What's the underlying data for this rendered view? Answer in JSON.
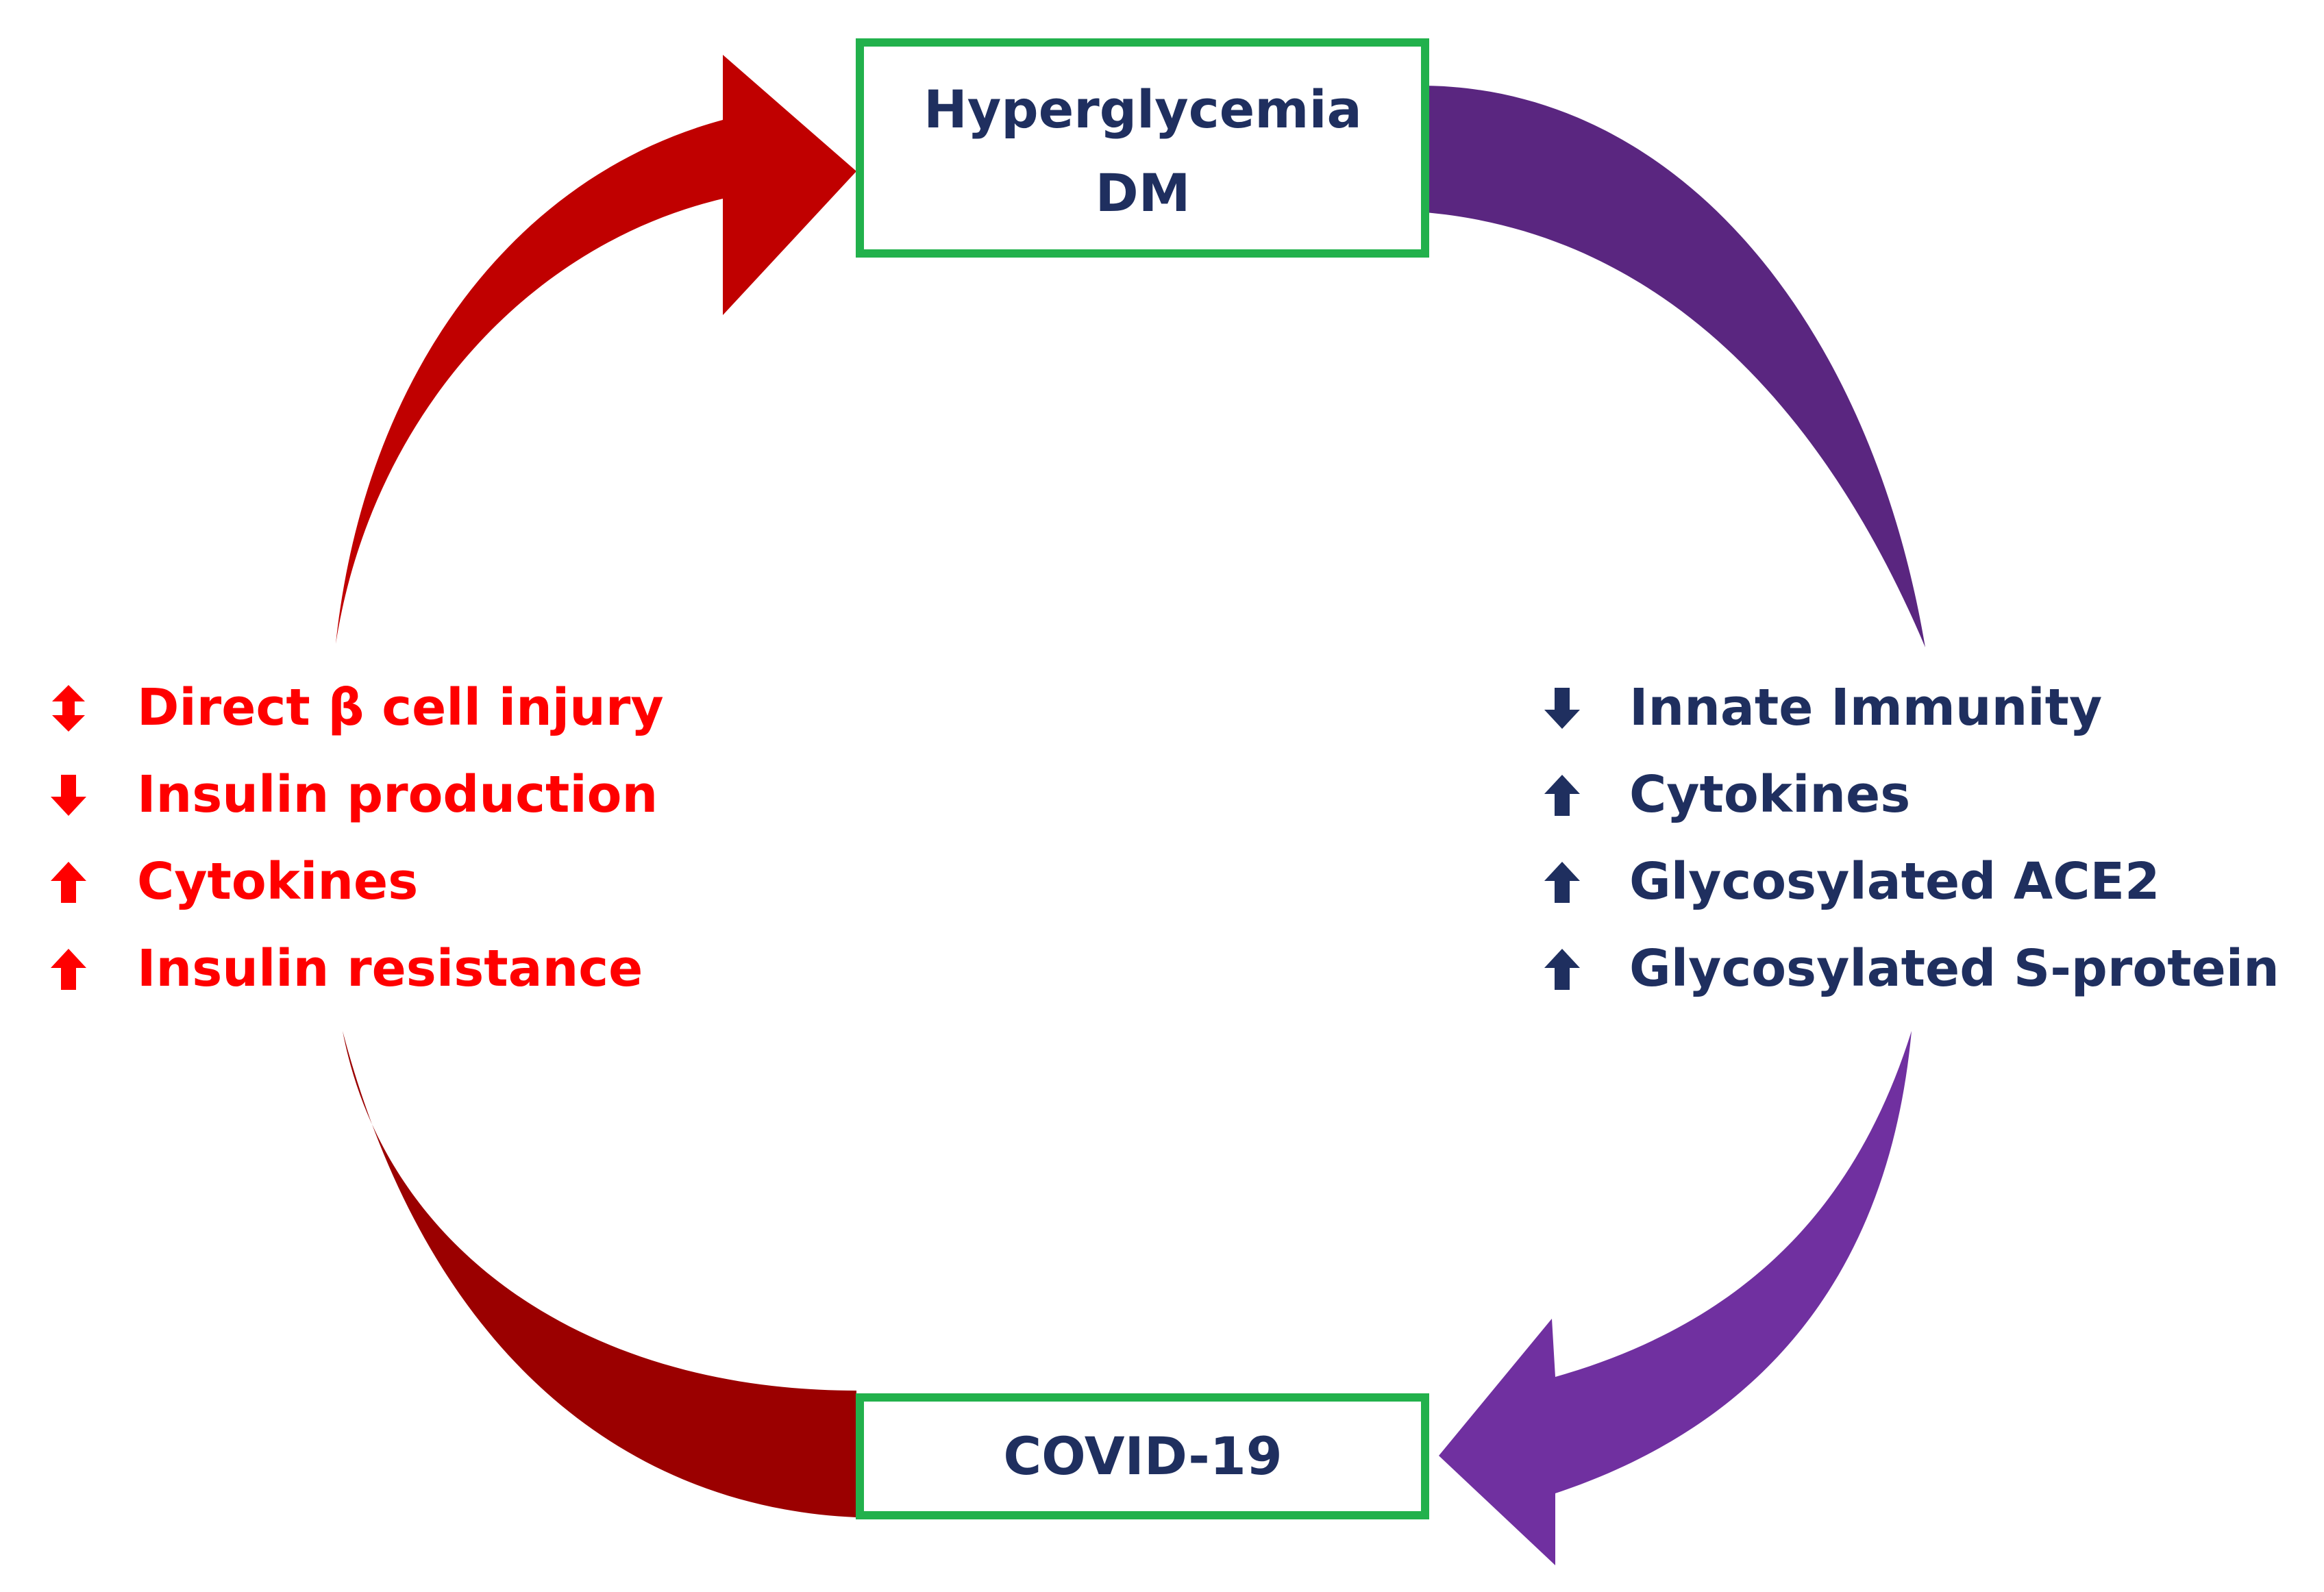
{
  "nodes": {
    "top": {
      "lines": [
        "Hyperglycemia",
        "DM"
      ],
      "text_color": "#1f2f5f",
      "border_color": "#22b14c"
    },
    "bottom": {
      "lines": [
        "COVID-19"
      ],
      "text_color": "#1f2f5f",
      "border_color": "#22b14c"
    }
  },
  "left_list": {
    "color": "#ff0000",
    "items": [
      {
        "arrow": "up-down",
        "text": "Direct β cell injury"
      },
      {
        "arrow": "down",
        "text": "Insulin production"
      },
      {
        "arrow": "up",
        "text": "Cytokines"
      },
      {
        "arrow": "up",
        "text": "Insulin resistance"
      }
    ]
  },
  "right_list": {
    "color": "#1f2f5f",
    "items": [
      {
        "arrow": "down",
        "text": "Innate Immunity"
      },
      {
        "arrow": "up",
        "text": "Cytokines"
      },
      {
        "arrow": "up",
        "text": "Glycosylated ACE2"
      },
      {
        "arrow": "up",
        "text": "Glycosylated S-protein"
      }
    ]
  },
  "arrows": {
    "left_upper_color": "#c00000",
    "left_lower_color": "#9b0000",
    "right_upper_color": "#5a2680",
    "right_lower_color": "#7030a0"
  }
}
